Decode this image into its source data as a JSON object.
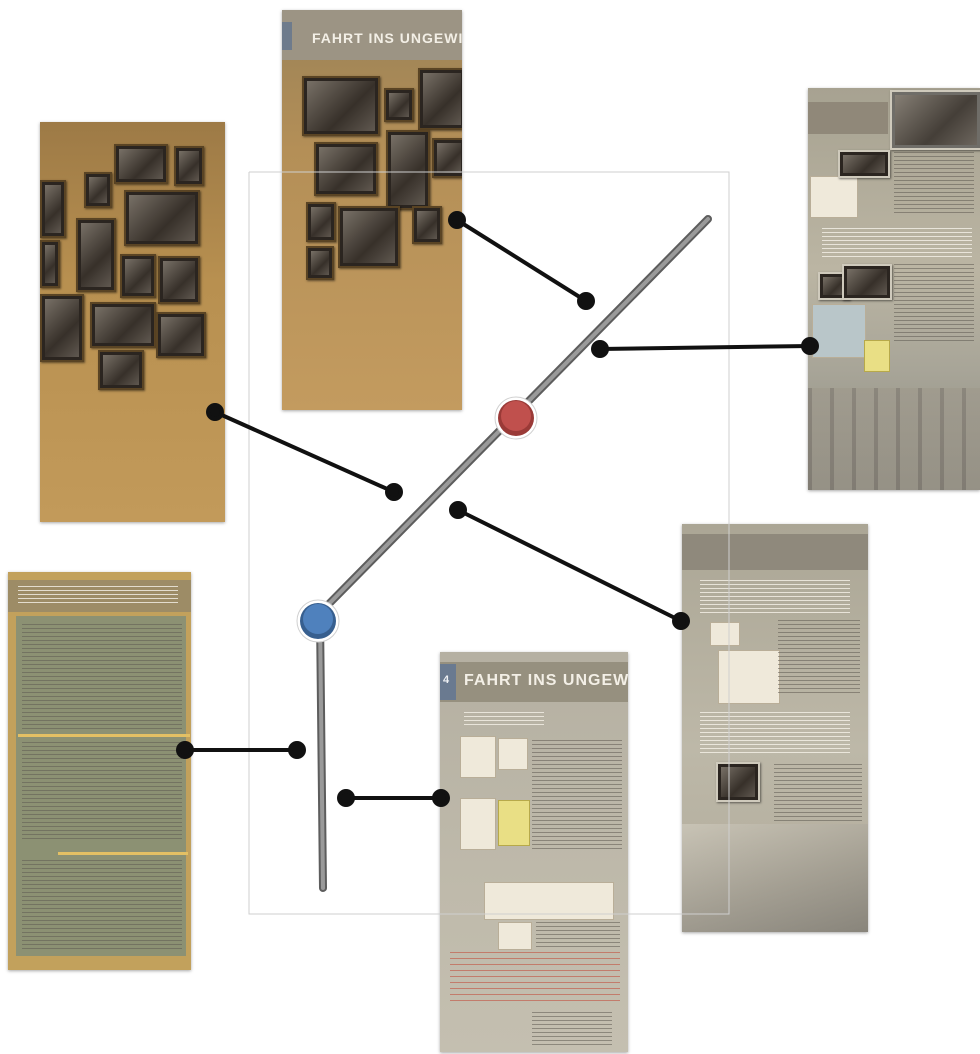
{
  "panels": {
    "top_center": {
      "header": "FAHRT INS UNGEWISSE"
    },
    "bottom_center": {
      "header": "FAHRT INS UNGEWISSE",
      "number": "4"
    }
  },
  "colors": {
    "floor_outline": "#cfcfcf",
    "track": "#7a7a7a",
    "connector": "#111111",
    "marker_red": "#c0504d",
    "marker_blue": "#4f81bd",
    "wall_gold": "#b8914f",
    "panel_grey": "#b3ab98"
  }
}
